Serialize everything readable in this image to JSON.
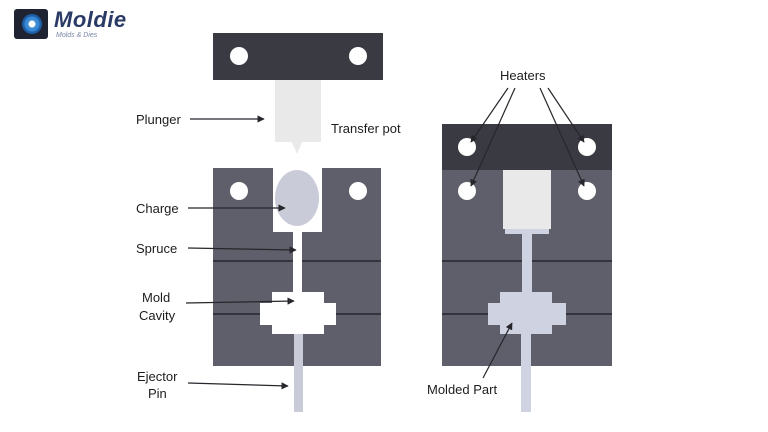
{
  "logo": {
    "name": "Moldie",
    "tagline": "Molds & Dies"
  },
  "colors": {
    "mold_dark": "#5f5f6b",
    "top_bar": "#3a3a43",
    "light_part": "#e9e9ea",
    "charge": "#c9cbd8",
    "molded": "#cfd2e0",
    "line": "#26262c"
  },
  "labels": {
    "plunger": "Plunger",
    "transfer_pot": "Transfer pot",
    "charge": "Charge",
    "sprue": "Spruce",
    "mold_cavity_1": "Mold",
    "mold_cavity_2": "Cavity",
    "ejector_1": "Ejector",
    "ejector_2": "Pin",
    "heaters": "Heaters",
    "molded_part": "Molded Part"
  }
}
